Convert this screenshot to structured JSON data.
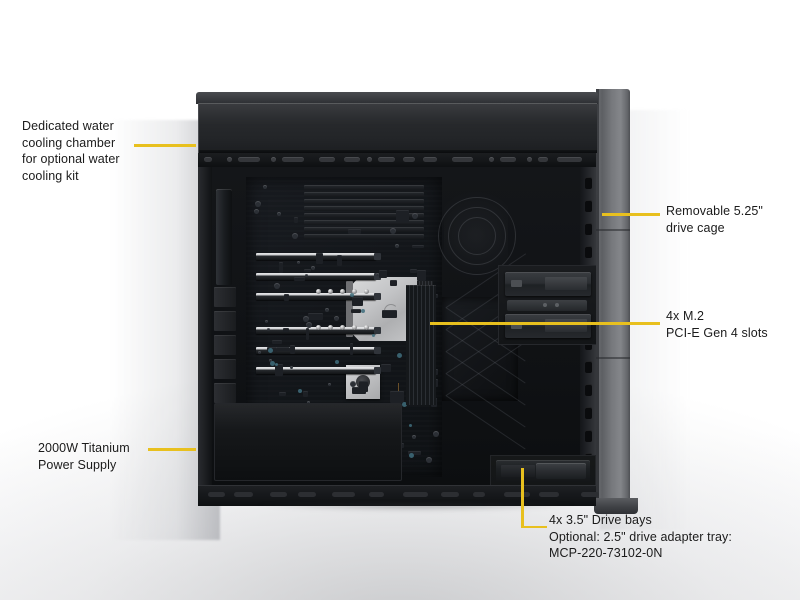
{
  "figure": {
    "subject": "SuperMicro tower workstation chassis interior cutaway",
    "background_color": "#ffffff",
    "accent_color": "#e8c01e",
    "text_color": "#1b1b1b"
  },
  "callouts": [
    {
      "id": "water-cooling",
      "name": "callout-water-cooling",
      "text": "Dedicated water\ncooling chamber\nfor optional water\ncooling kit",
      "side": "left",
      "leader": "horizontal"
    },
    {
      "id": "power-supply",
      "name": "callout-power-supply",
      "text": "2000W Titanium\nPower Supply",
      "side": "left",
      "leader": "horizontal"
    },
    {
      "id": "drive-cage-525",
      "name": "callout-drive-cage-525",
      "text": "Removable 5.25\"\ndrive cage",
      "side": "right",
      "leader": "horizontal"
    },
    {
      "id": "m2-slots",
      "name": "callout-m2-slots",
      "text": "4x M.2\nPCI-E Gen 4 slots",
      "side": "right",
      "leader": "horizontal"
    },
    {
      "id": "drive-bays-35",
      "name": "callout-drive-bays-35",
      "text": "4x 3.5\" Drive bays\nOptional: 2.5\" drive adapter tray:\nMCP-220-73102-0N",
      "side": "bottom",
      "leader": "elbow"
    }
  ],
  "components": {
    "water_cooling_chamber": "water-cooling-chamber",
    "cpu_heatsink": "cpu-heatsink",
    "chipset_fan": "chipset-fan",
    "dimm_slot_count": 8,
    "pcie_slot_count": 6,
    "bay_525_count": 2,
    "bay_35_count": 4,
    "psu_chamber": "power-supply-chamber",
    "side_panel": "right-side-panel"
  }
}
